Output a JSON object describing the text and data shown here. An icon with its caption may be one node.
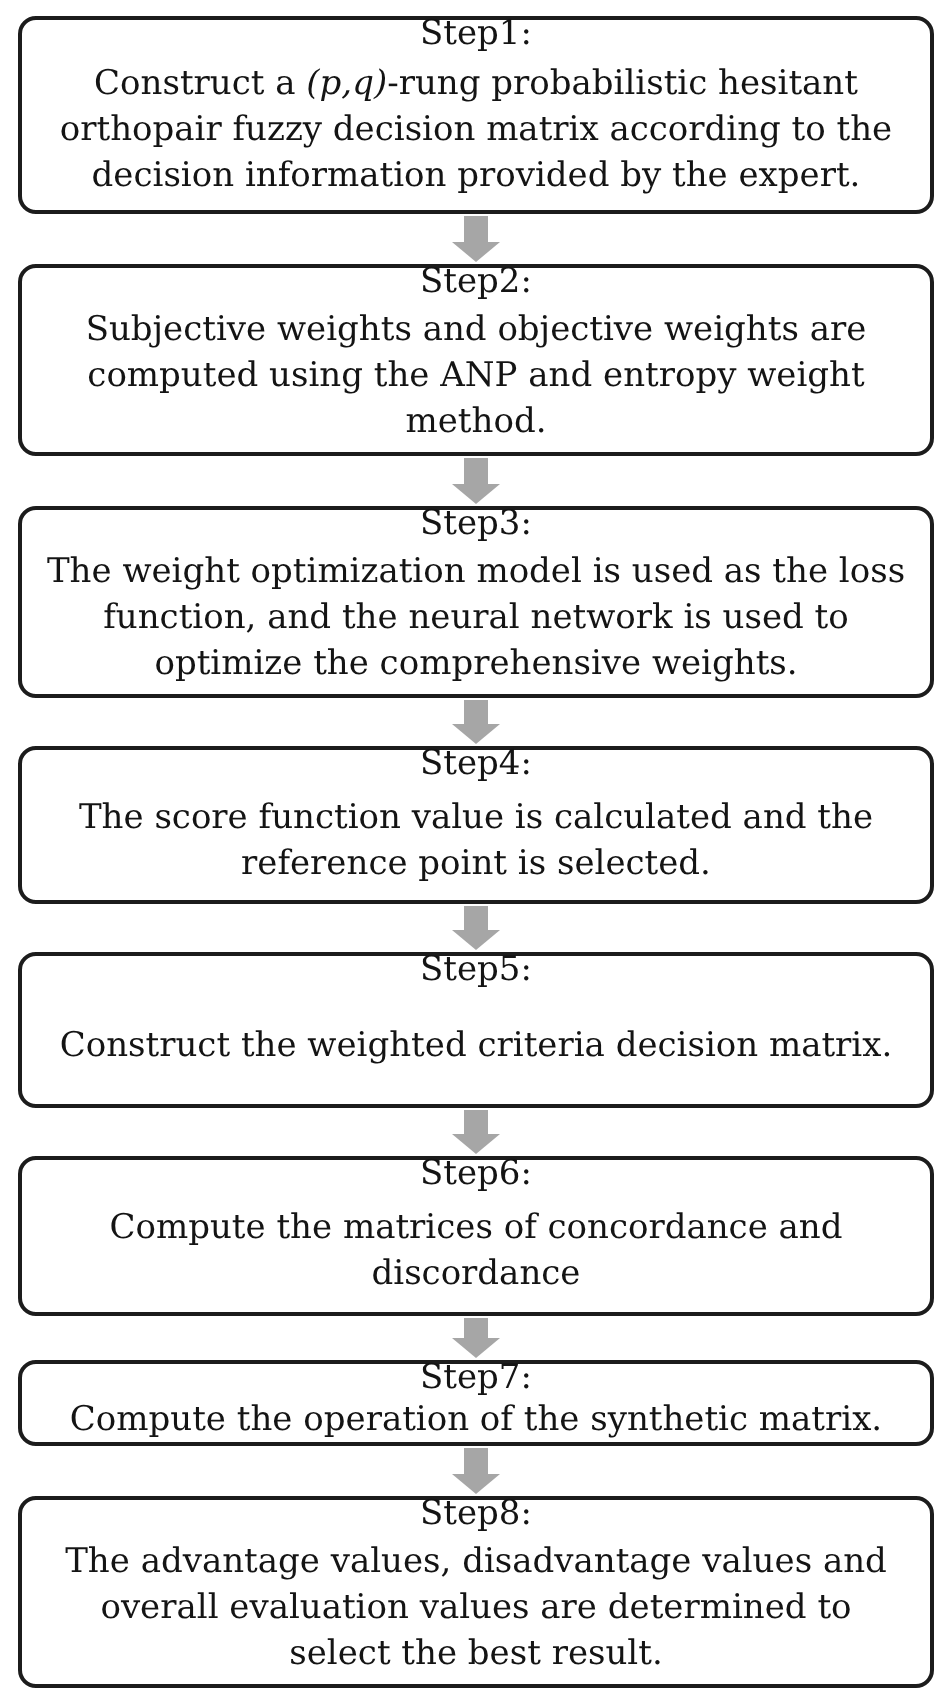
{
  "diagram": {
    "nodes": [
      {
        "text": [
          "Step1:",
          "Construct a *(p,q)*-rung probabilistic hesitant orthopair fuzzy decision matrix according to the decision information provided by the expert."
        ]
      },
      {
        "text": [
          "Step2:",
          "Subjective weights and objective weights are computed using the ANP and entropy weight method."
        ]
      },
      {
        "text": [
          "Step3:",
          "The weight optimization model is used as the loss function, and the neural network is used to optimize the comprehensive weights."
        ]
      },
      {
        "text": [
          "Step4:",
          "The score function value is calculated and the reference point is selected."
        ]
      },
      {
        "text": [
          "Step5:",
          "Construct the weighted criteria decision matrix."
        ]
      },
      {
        "text": [
          "Step6:",
          "Compute the matrices of concordance and discordance"
        ]
      },
      {
        "text": [
          "Step7:",
          "Compute the operation of the synthetic matrix."
        ]
      },
      {
        "text": [
          "Step8:",
          "The advantage values, disadvantage values and overall evaluation values are determined to select the best result."
        ]
      }
    ],
    "edges": [
      {
        "from": 0,
        "to": 1,
        "arrow": "to"
      },
      {
        "from": 1,
        "to": 2,
        "arrow": "to"
      },
      {
        "from": 2,
        "to": 3,
        "arrow": "to"
      },
      {
        "from": 3,
        "to": 4,
        "arrow": "to"
      },
      {
        "from": 4,
        "to": 5,
        "arrow": "to"
      },
      {
        "from": 5,
        "to": 6,
        "arrow": "to"
      },
      {
        "from": 6,
        "to": 7,
        "arrow": "to"
      }
    ]
  }
}
